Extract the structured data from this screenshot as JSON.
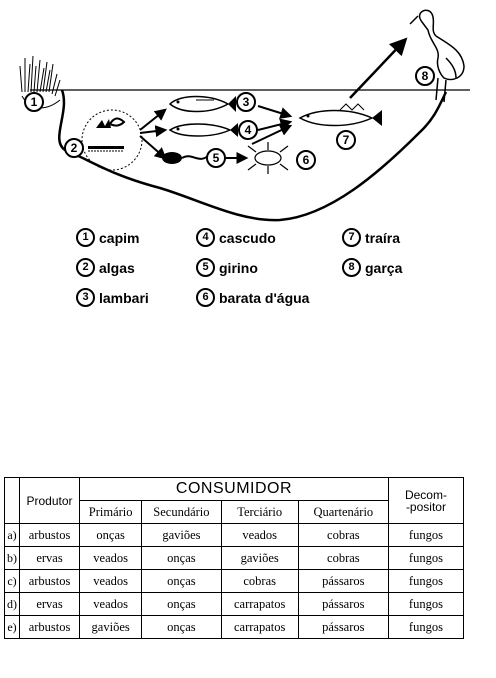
{
  "diagram": {
    "nodes": [
      {
        "num": "1",
        "label": "capim"
      },
      {
        "num": "2",
        "label": "algas"
      },
      {
        "num": "3",
        "label": "lambari"
      },
      {
        "num": "4",
        "label": "cascudo"
      },
      {
        "num": "5",
        "label": "girino"
      },
      {
        "num": "6",
        "label": "barata d'água"
      },
      {
        "num": "7",
        "label": "traíra"
      },
      {
        "num": "8",
        "label": "garça"
      }
    ]
  },
  "table": {
    "consumer_header": "CONSUMIDOR",
    "producer_header": "Produtor",
    "decomposer_header_line1": "Decom-",
    "decomposer_header_line2": "-positor",
    "consumer_levels": [
      "Primário",
      "Secundário",
      "Terciário",
      "Quartenário"
    ],
    "rows": [
      {
        "letter": "a)",
        "cells": [
          "arbustos",
          "onças",
          "gaviões",
          "veados",
          "cobras",
          "fungos"
        ]
      },
      {
        "letter": "b)",
        "cells": [
          "ervas",
          "veados",
          "onças",
          "gaviões",
          "cobras",
          "fungos"
        ]
      },
      {
        "letter": "c)",
        "cells": [
          "arbustos",
          "veados",
          "onças",
          "cobras",
          "pássaros",
          "fungos"
        ]
      },
      {
        "letter": "d)",
        "cells": [
          "ervas",
          "veados",
          "onças",
          "carrapatos",
          "pássaros",
          "fungos"
        ]
      },
      {
        "letter": "e)",
        "cells": [
          "arbustos",
          "gaviões",
          "onças",
          "carrapatos",
          "pássaros",
          "fungos"
        ]
      }
    ]
  }
}
